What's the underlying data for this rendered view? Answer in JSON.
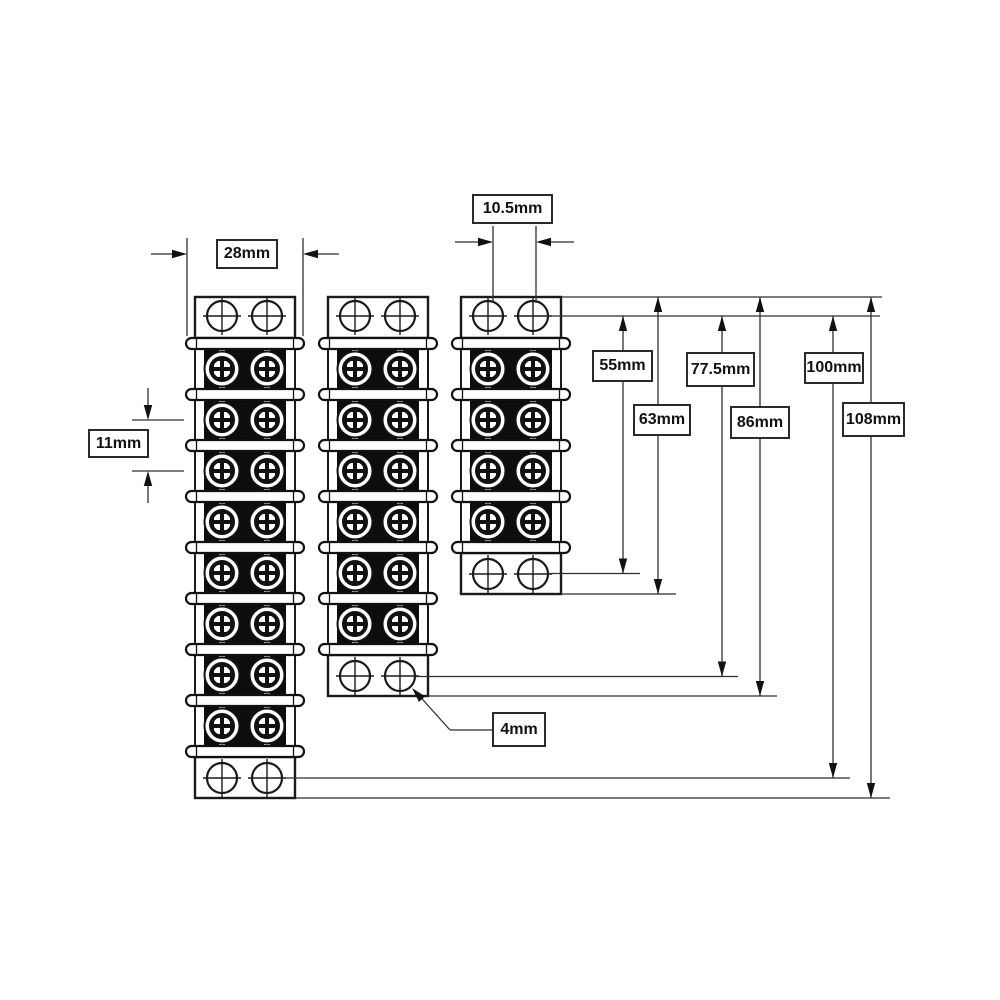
{
  "drawing": {
    "background_color": "#ffffff",
    "line_color": "#1a1a1a",
    "blocks": [
      {
        "name": "8-position dual-row barrier terminal block",
        "positions": 8,
        "screws_per_row": 2,
        "top_mounting_holes": 2,
        "bottom_mounting_holes": 2
      },
      {
        "name": "6-position dual-row barrier terminal block",
        "positions": 6,
        "screws_per_row": 2,
        "top_mounting_holes": 2,
        "bottom_mounting_holes": 2
      },
      {
        "name": "4-position dual-row barrier terminal block",
        "positions": 4,
        "screws_per_row": 2,
        "top_mounting_holes": 2,
        "bottom_mounting_holes": 2
      }
    ],
    "dims": {
      "block_width": {
        "label": "28mm"
      },
      "top_hole_spacing": {
        "label": "10.5mm"
      },
      "row_pitch": {
        "label": "11mm"
      },
      "mounting_hole_dia": {
        "label": "4mm"
      },
      "heights": [
        {
          "label": "55mm"
        },
        {
          "label": "63mm"
        },
        {
          "label": "77.5mm"
        },
        {
          "label": "86mm"
        },
        {
          "label": "100mm"
        },
        {
          "label": "108mm"
        }
      ]
    }
  }
}
